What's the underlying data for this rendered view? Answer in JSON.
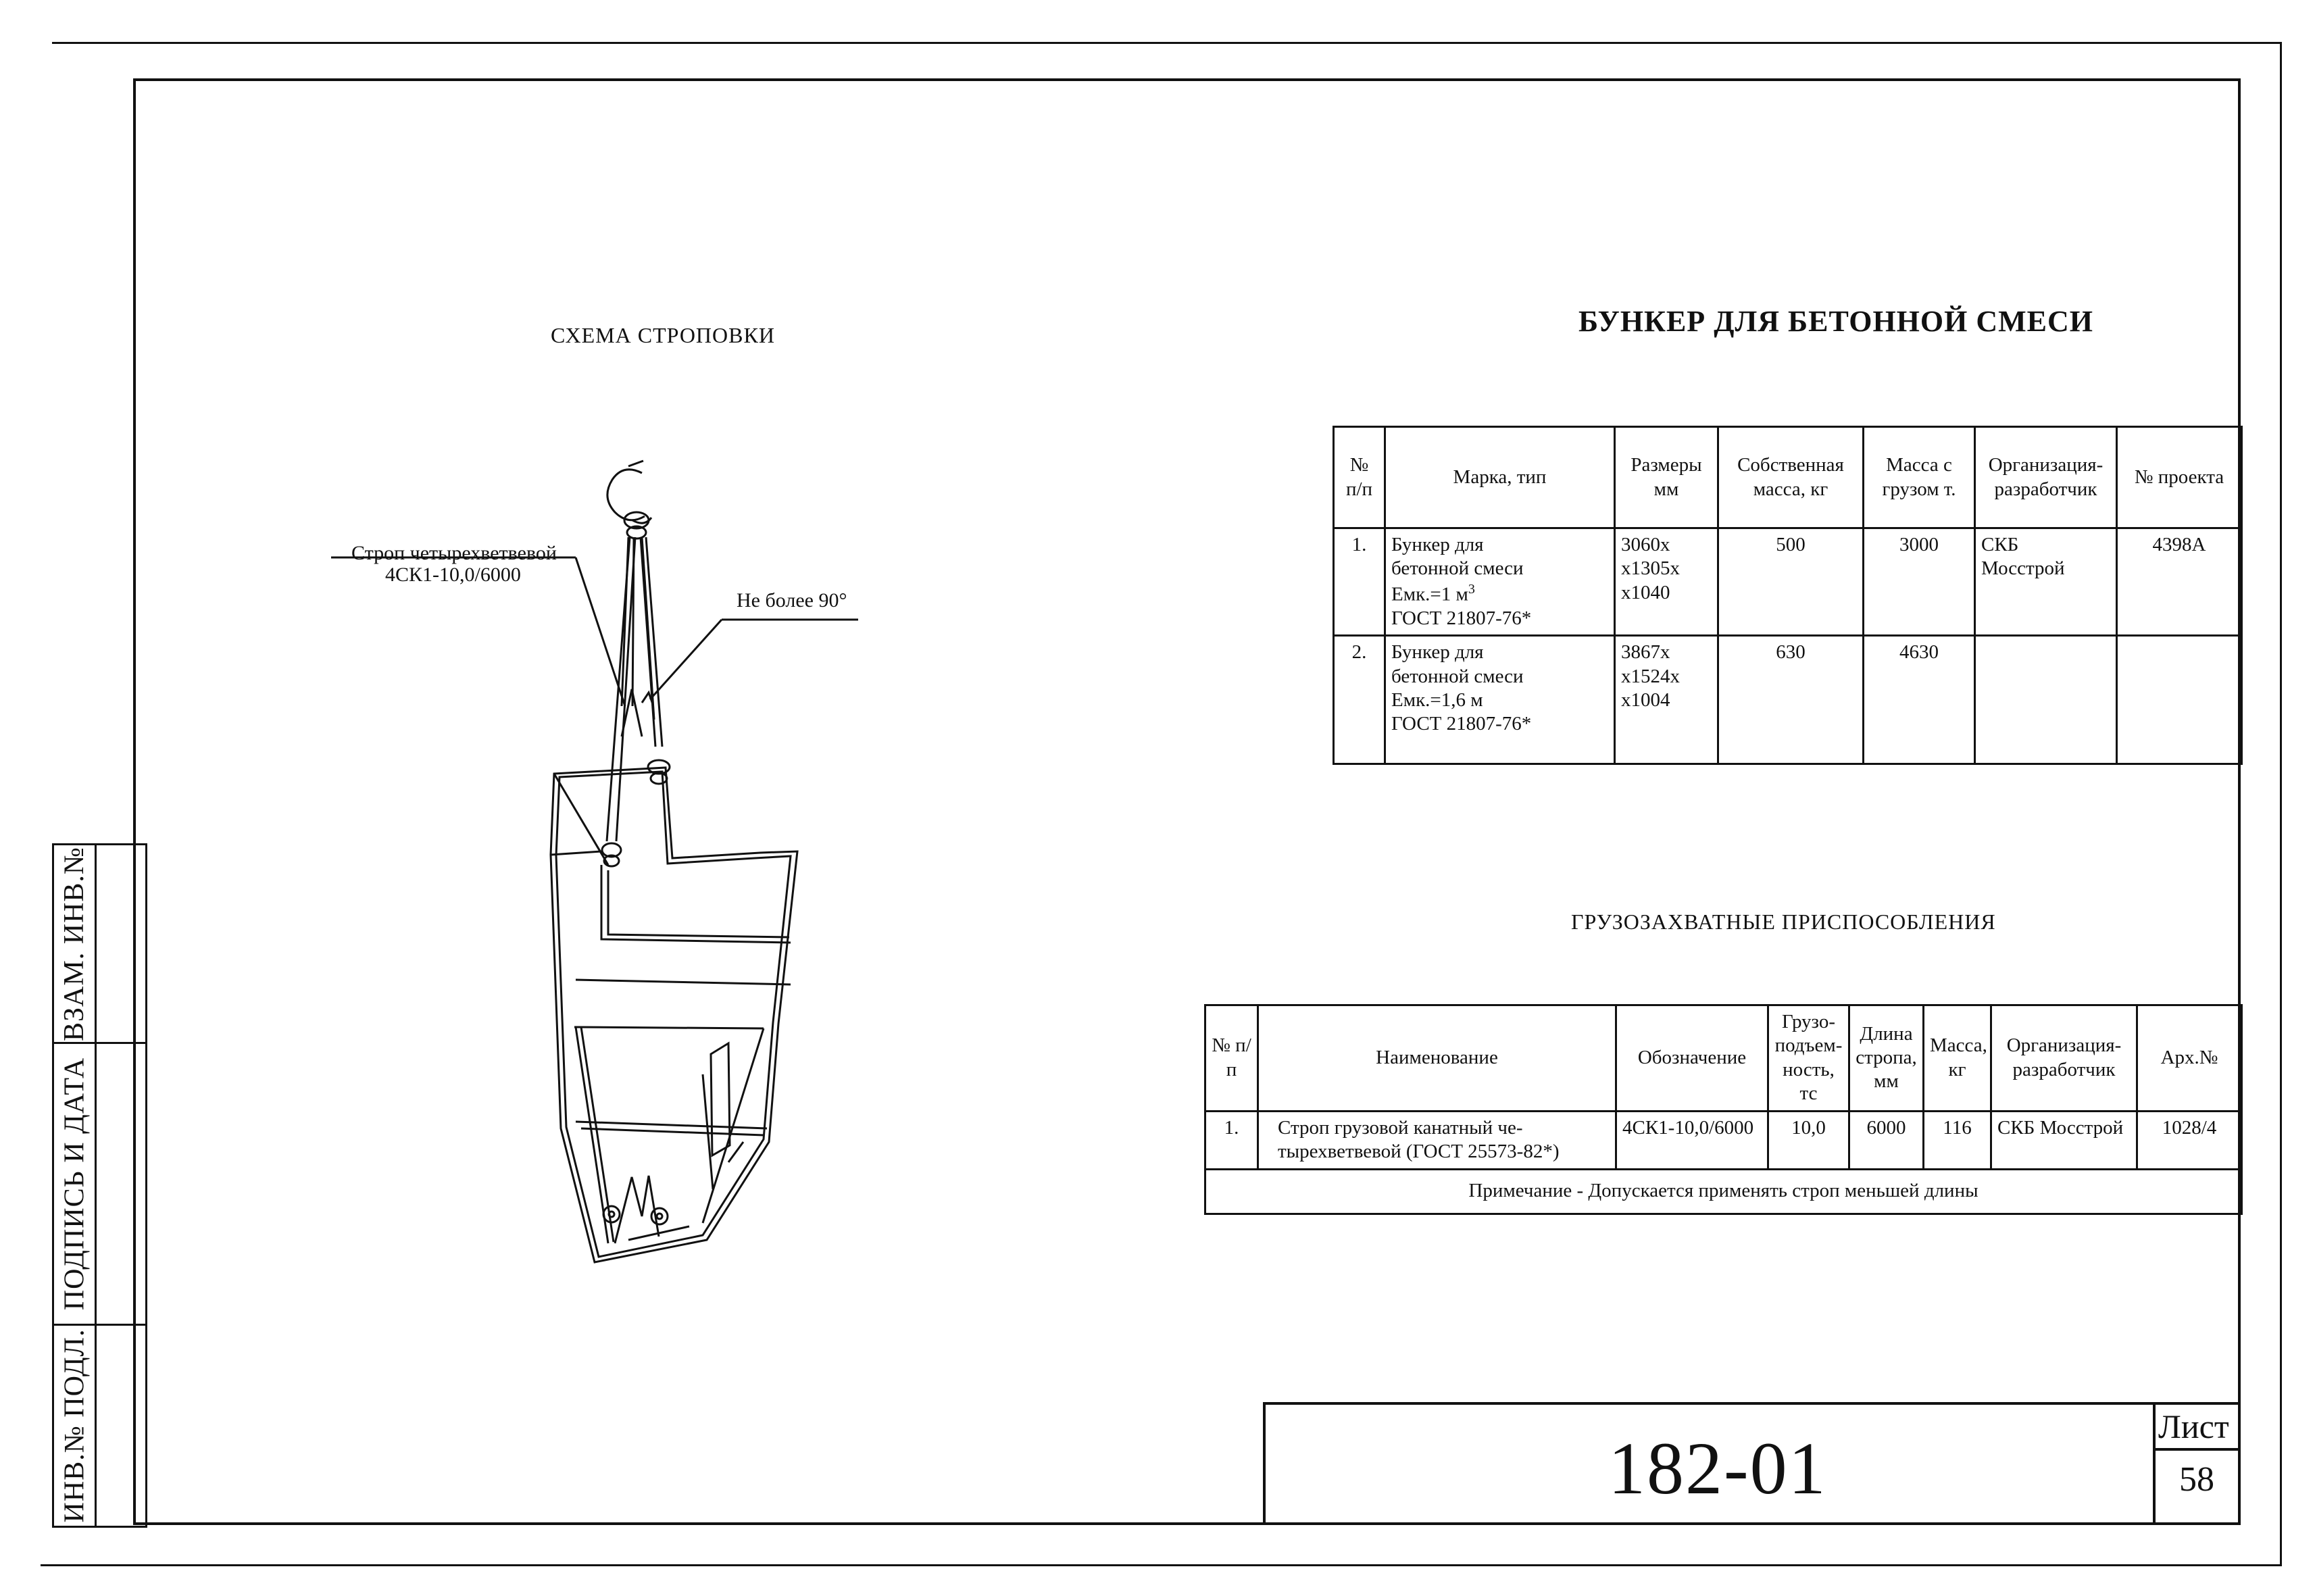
{
  "stamps": {
    "inv_vzam": "ВЗАМ. ИНВ.№",
    "signature": "ПОДПИСЬ И ДАТА",
    "inv_podl": "ИНВ.№ ПОДЛ."
  },
  "scheme": {
    "heading": "СХЕМА СТРОПОВКИ",
    "sling_label_line1": "Строп четырехветвевой",
    "sling_label_line2": "4СК1-10,0/6000",
    "angle_label": "Не более 90°"
  },
  "main_title": "БУНКЕР ДЛЯ БЕТОННОЙ СМЕСИ",
  "bunker_table": {
    "headers": [
      "№ п/п",
      "Марка, тип",
      "Размеры мм",
      "Собственная масса, кг",
      "Масса с грузом т.",
      "Организация-разработчик",
      "№ проекта"
    ],
    "rows": [
      {
        "n": "1.",
        "name_l1": "Бункер для",
        "name_l2": "бетонной смеси",
        "name_l3": "Емк.=1 м",
        "name_sup": "3",
        "name_l4": "ГОСТ 21807-76*",
        "dim_l1": "3060x",
        "dim_l2": "x1305x",
        "dim_l3": "x1040",
        "own_mass": "500",
        "load_mass": "3000",
        "org_l1": "СКБ",
        "org_l2": "Мосстрой",
        "project": "4398А"
      },
      {
        "n": "2.",
        "name_l1": "Бункер для",
        "name_l2": "бетонной смеси",
        "name_l3": "Емк.=1,6 м",
        "name_sup": "",
        "name_l4": "ГОСТ 21807-76*",
        "dim_l1": "3867x",
        "dim_l2": "x1524x",
        "dim_l3": "x1004",
        "own_mass": "630",
        "load_mass": "4630",
        "org_l1": "",
        "org_l2": "",
        "project": ""
      }
    ]
  },
  "lifting": {
    "heading": "ГРУЗОЗАХВАТНЫЕ ПРИСПОСОБЛЕНИЯ",
    "headers": [
      "№ п/п",
      "Наименование",
      "Обозначение",
      "Грузо-подъем-ность, тс",
      "Длина стропа, мм",
      "Масса, кг",
      "Организация-разработчик",
      "Арх.№"
    ],
    "row": {
      "n": "1.",
      "name_l1": "Строп грузовой канатный че-",
      "name_l2": "тырехветвевой (ГОСТ 25573-82*)",
      "designation": "4СК1-10,0/6000",
      "capacity": "10,0",
      "length": "6000",
      "mass": "116",
      "org": "СКБ Мосстрой",
      "arch": "1028/4"
    },
    "note": "Примечание -  Допускается применять строп меньшей длины"
  },
  "title_block": {
    "doc_number": "182-01",
    "sheet_label": "Лист",
    "sheet_number": "58"
  }
}
